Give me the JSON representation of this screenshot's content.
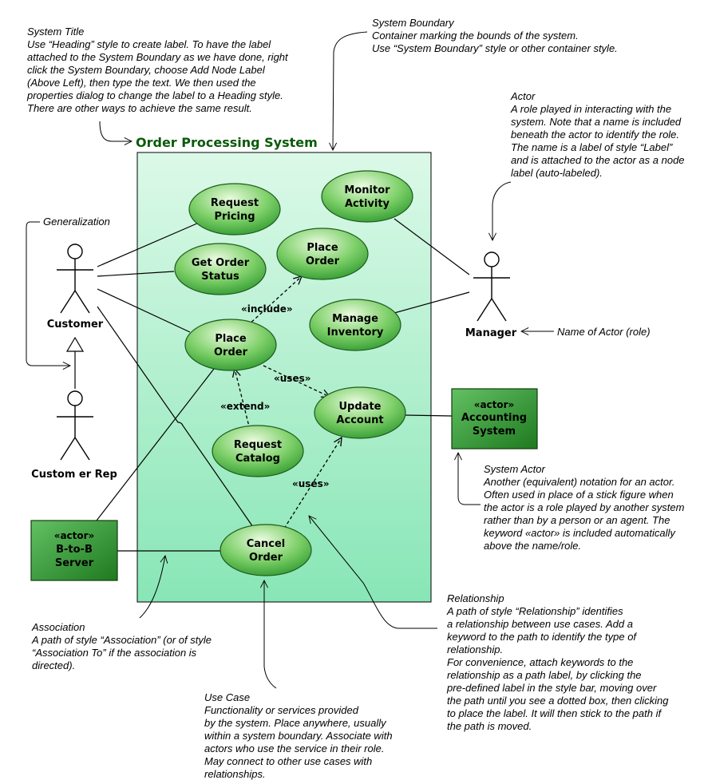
{
  "diagram": {
    "title": "Order Processing System",
    "colors": {
      "title": "#0a5a0a",
      "boundary_fill_top": "#d9f8e6",
      "boundary_fill_bottom": "#8ce8b8",
      "usecase_fill": "#3aa83a",
      "actor_box_fill": "#2e8b2e"
    },
    "actors": {
      "customer": "Customer",
      "manager": "Manager",
      "customer_rep": "Custom er Rep"
    },
    "system_actors": {
      "accounting": {
        "keyword": "«actor»",
        "name_line1": "Accounting",
        "name_line2": "System"
      },
      "b2b": {
        "keyword": "«actor»",
        "name_line1": "B-to-B",
        "name_line2": "Server"
      }
    },
    "use_cases": {
      "request_pricing": [
        "Request",
        "Pricing"
      ],
      "monitor_activity": [
        "Monitor",
        "Activity"
      ],
      "get_order_status": [
        "Get Order",
        "Status"
      ],
      "place_order_top": [
        "Place",
        "Order"
      ],
      "manage_inventory": [
        "Manage",
        "Inventory"
      ],
      "place_order_main": [
        "Place",
        "Order"
      ],
      "update_account": [
        "Update",
        "Account"
      ],
      "request_catalog": [
        "Request",
        "Catalog"
      ],
      "cancel_order": [
        "Cancel",
        "Order"
      ]
    },
    "relation_labels": {
      "include": "«include»",
      "uses1": "«uses»",
      "extend": "«extend»",
      "uses2": "«uses»"
    }
  },
  "notes": {
    "system_title": [
      "System Title",
      "Use “Heading” style to create label. To have the label",
      "attached to the System Boundary as we have done, right",
      "click the System Boundary, choose Add Node Label",
      "(Above Left), then type the text.  We then used the",
      "properties dialog to change the label to a Heading style.",
      "There are other ways to achieve the same result."
    ],
    "system_boundary": [
      "System Boundary",
      "Container marking the bounds of the system.",
      "Use “System Boundary” style or other container style."
    ],
    "actor": [
      "Actor",
      "A role played in interacting with the",
      "system.  Note that a name is included",
      "beneath the actor to identify the role.",
      "The name is a label of style “Label”",
      "and is attached to the actor as a node",
      "label (auto-labeled)."
    ],
    "generalization": [
      "Generalization"
    ],
    "name_of_actor": [
      "Name of Actor (role)"
    ],
    "system_actor": [
      "System Actor",
      "Another (equivalent) notation for an actor.",
      "Often used in place of a stick figure when",
      "the actor is a role played by another system",
      "rather than by a person or an agent.  The",
      "keyword «actor» is included automatically",
      "above the name/role."
    ],
    "relationship": [
      "Relationship",
      "A path of style “Relationship” identifies",
      "a relationship between use cases. Add a",
      "keyword to the path to identify the type of",
      "relationship.",
      "",
      "For convenience, attach keywords to the",
      "relationship as a path label, by clicking the",
      "pre-defined label in the style bar, moving over",
      "the path until you see a dotted box, then clicking",
      "to place the label.  It will then stick to the path if",
      "the path is moved."
    ],
    "association": [
      "Association",
      "A path of style “Association” (or of style",
      "“Association To” if the association is",
      "directed)."
    ],
    "use_case": [
      "Use Case",
      "Functionality or services provided",
      "by the system.  Place anywhere, usually",
      "within a system boundary. Associate with",
      "actors who use the service in their role.",
      "May connect to other use cases with",
      "relationships."
    ]
  }
}
